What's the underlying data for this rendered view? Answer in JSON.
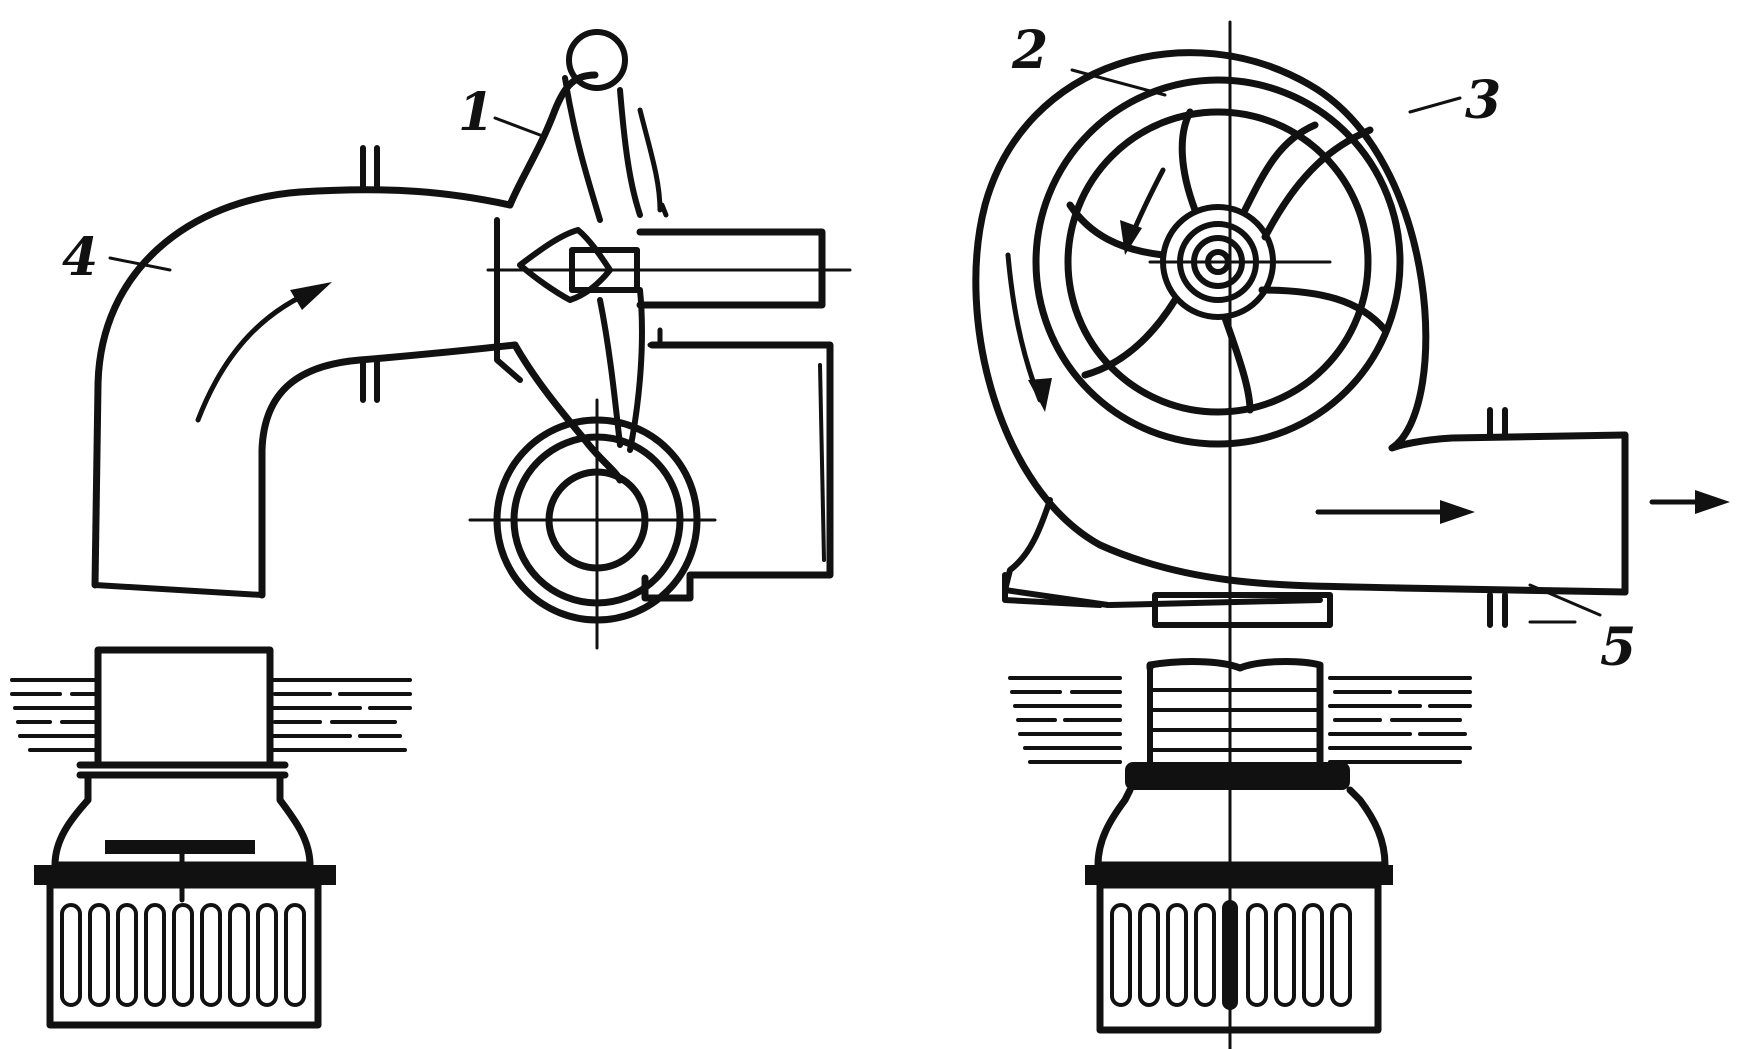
{
  "diagram": {
    "labels": [
      {
        "id": "impeller-blade",
        "text": "1"
      },
      {
        "id": "impeller",
        "text": "2"
      },
      {
        "id": "volute-casing",
        "text": "3"
      },
      {
        "id": "suction-pipe",
        "text": "4"
      },
      {
        "id": "discharge-pipe",
        "text": "5"
      }
    ],
    "colors": {
      "ink": "#111111",
      "background": "#ffffff"
    }
  }
}
